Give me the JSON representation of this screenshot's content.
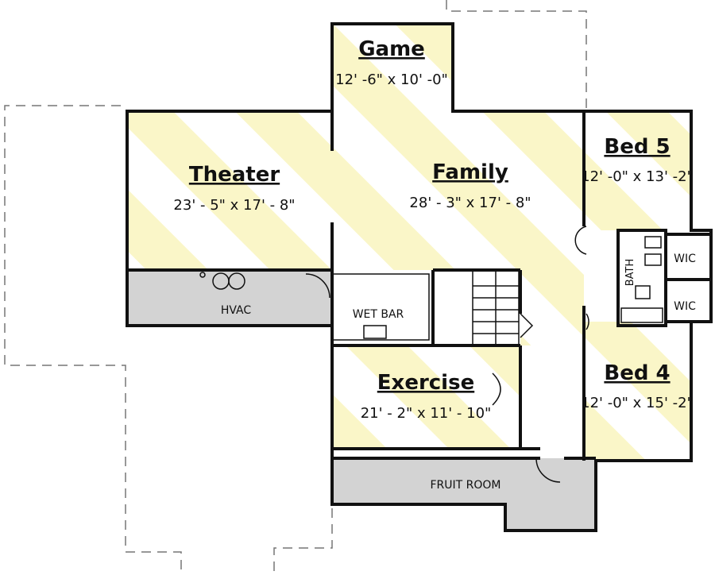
{
  "rooms": {
    "game": {
      "name": "Game",
      "dims": "12' -6\" x 10' -0\""
    },
    "theater": {
      "name": "Theater",
      "dims": "23' - 5\" x 17' - 8\""
    },
    "family": {
      "name": "Family",
      "dims": "28' - 3\" x 17' - 8\""
    },
    "bed5": {
      "name": "Bed 5",
      "dims": "12' -0\" x 13' -2\""
    },
    "bed4": {
      "name": "Bed 4",
      "dims": "12' -0\" x 15' -2\""
    },
    "exercise": {
      "name": "Exercise",
      "dims": "21' - 2\" x 11' - 10\""
    }
  },
  "labels": {
    "hvac": "HVAC",
    "wet_bar": "WET BAR",
    "fruit_room": "FRUIT ROOM",
    "bath": "BATH",
    "wic_top": "WIC",
    "wic_bottom": "WIC"
  },
  "colors": {
    "stripe": "#FAF6C8",
    "utility": "#D3D3D3",
    "wall": "#111111"
  }
}
